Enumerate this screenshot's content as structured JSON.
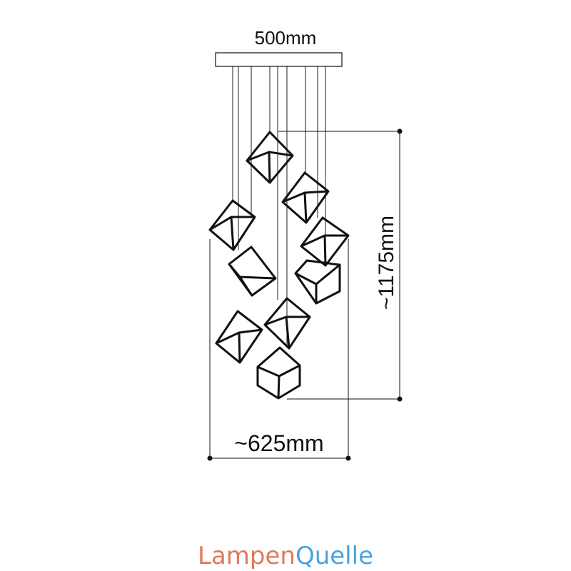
{
  "dimensions": {
    "canopy_width": "500mm",
    "total_height": "~1175mm",
    "total_width": "~625mm"
  },
  "brand": {
    "part1": "Lampen",
    "part2": "Quelle",
    "color1": "#e07a5a",
    "color2": "#4aa3df"
  },
  "colors": {
    "line": "#111111",
    "wire": "#333333"
  }
}
